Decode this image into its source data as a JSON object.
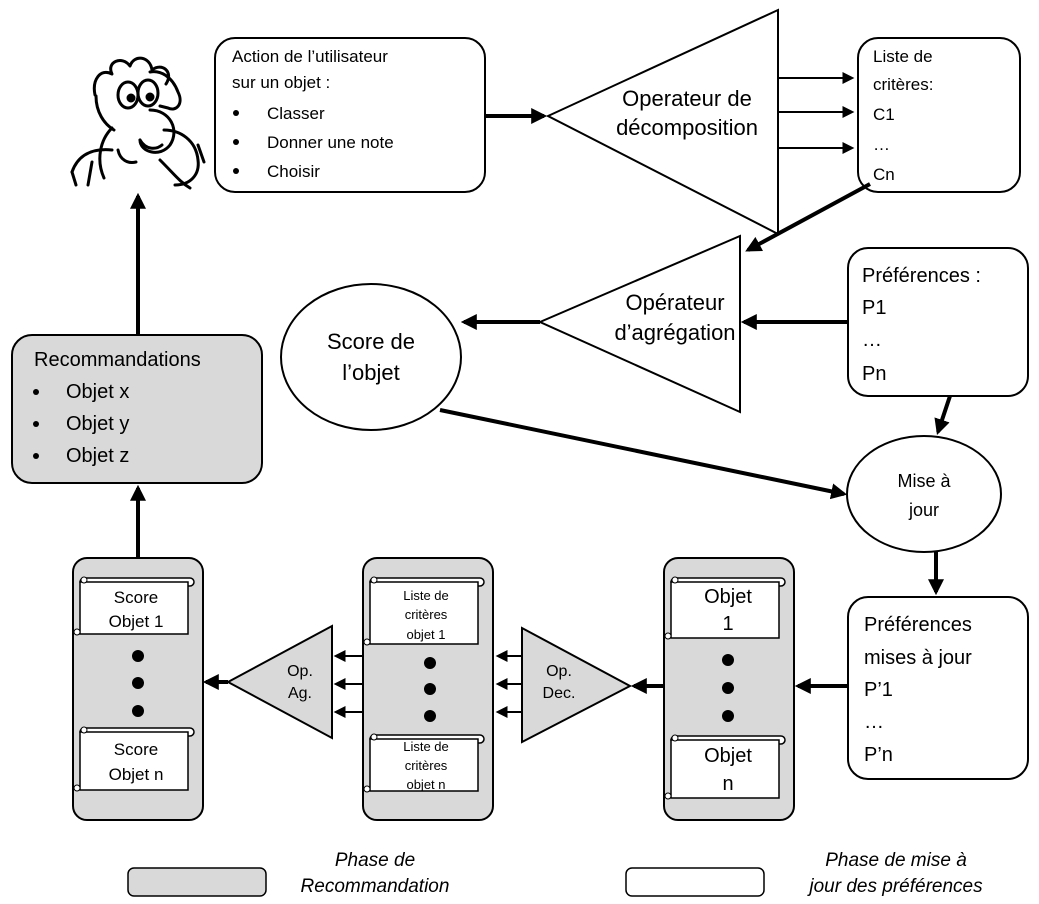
{
  "user_action": {
    "title_1": "Action de l’utilisateur",
    "title_2": "sur un objet :",
    "items": [
      "Classer",
      "Donner une note",
      "Choisir"
    ]
  },
  "decomposition_operator": {
    "line_1": "Operateur de",
    "line_2": "décomposition"
  },
  "criteria_list": {
    "line_1": "Liste de",
    "line_2": "critères:",
    "first": "C1",
    "ellipsis": "…",
    "last": "Cn"
  },
  "aggregation_operator": {
    "line_1": "Opérateur",
    "line_2": "d’agrégation"
  },
  "preferences": {
    "title": "Préférences :",
    "first": "P1",
    "ellipsis": "…",
    "last": "Pn"
  },
  "object_score": {
    "line_1": "Score de",
    "line_2": "l’objet"
  },
  "recommendations": {
    "title": "Recommandations",
    "items": [
      "Objet x",
      "Objet y",
      "Objet z"
    ]
  },
  "update": {
    "line_1": "Mise à",
    "line_2": "jour"
  },
  "updated_preferences": {
    "line_1": "Préférences",
    "line_2": "mises à jour",
    "first": "P’1",
    "ellipsis": "…",
    "last": "P’n"
  },
  "score_stack": {
    "top_1": "Score",
    "top_2": "Objet 1",
    "bottom_1": "Score",
    "bottom_2": "Objet n"
  },
  "op_ag": {
    "line_1": "Op.",
    "line_2": "Ag."
  },
  "criteria_stack": {
    "top_1": "Liste de",
    "top_2": "critères",
    "top_3": "objet 1",
    "bottom_1": "Liste de",
    "bottom_2": "critères",
    "bottom_3": "objet n"
  },
  "op_dec": {
    "line_1": "Op.",
    "line_2": "Dec."
  },
  "object_stack": {
    "top_1": "Objet",
    "top_2": "1",
    "bottom_1": "Objet",
    "bottom_2": "n"
  },
  "legend": {
    "recommendation_1": "Phase de",
    "recommendation_2": "Recommandation",
    "update_1": "Phase de mise à",
    "update_2": "jour des préférences"
  },
  "colors": {
    "gray_fill": "#d9d9d9",
    "white_fill": "#ffffff",
    "stroke": "#000000"
  }
}
